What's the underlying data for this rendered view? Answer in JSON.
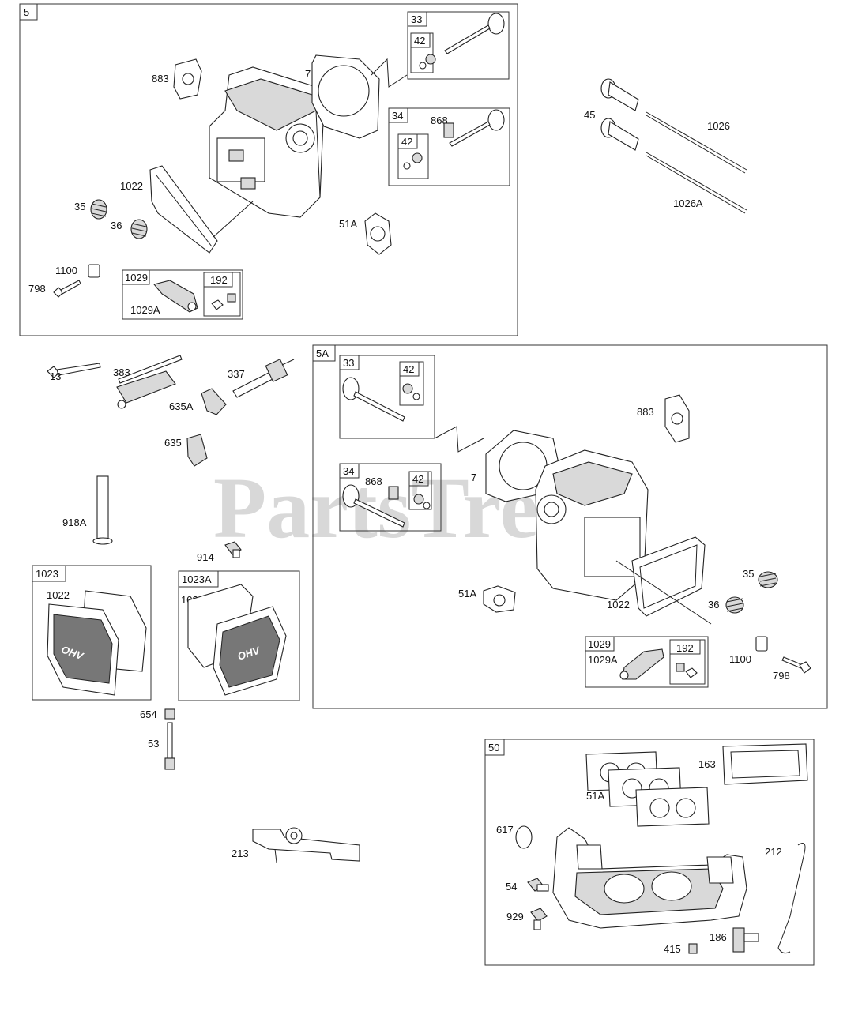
{
  "watermark": "PartsTree",
  "sections": {
    "s5": {
      "tag": "5",
      "labels": {
        "l883": "883",
        "l7": "7",
        "l1022": "1022",
        "l35": "35",
        "l36": "36",
        "l51a": "51A",
        "l1100": "1100",
        "l798": "798",
        "l1029a": "1029A",
        "l868": "868"
      },
      "boxes": {
        "b33": "33",
        "b42a": "42",
        "b34": "34",
        "b42b": "42",
        "b1029": "1029",
        "b192": "192"
      }
    },
    "loose": {
      "l45": "45",
      "l1026": "1026",
      "l1026a": "1026A",
      "l13": "13",
      "l383": "383",
      "l337": "337",
      "l635a": "635A",
      "l635": "635",
      "l918a": "918A",
      "l914": "914",
      "l654": "654",
      "l53": "53",
      "l213": "213"
    },
    "covers": {
      "b1023": "1023",
      "b1023a": "1023A",
      "l1022a": "1022",
      "l1022b": "1022",
      "badge": "OHV"
    },
    "s5a": {
      "tag": "5A",
      "labels": {
        "l868": "868",
        "l883": "883",
        "l7": "7",
        "l35": "35",
        "l51a": "51A",
        "l1022": "1022",
        "l36": "36",
        "l1029a": "1029A",
        "l1100": "1100",
        "l798": "798"
      },
      "boxes": {
        "b33": "33",
        "b42a": "42",
        "b34": "34",
        "b42b": "42",
        "b1029": "1029",
        "b192": "192"
      }
    },
    "s50": {
      "tag": "50",
      "labels": {
        "l163": "163",
        "l51a": "51A",
        "l617": "617",
        "l212": "212",
        "l54": "54",
        "l929": "929",
        "l186": "186",
        "l415": "415"
      }
    }
  }
}
